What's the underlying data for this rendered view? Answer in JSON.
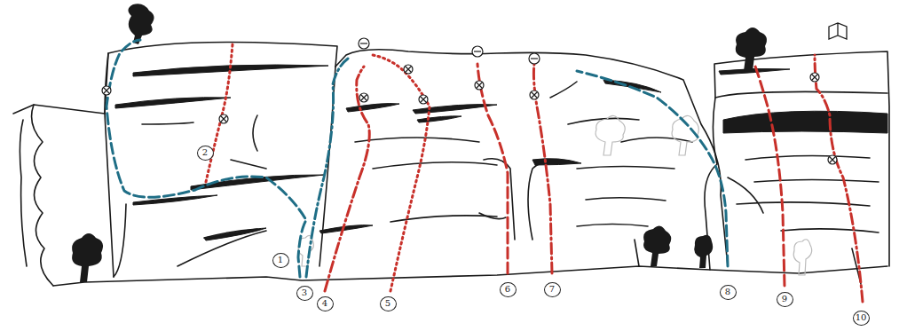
{
  "diagram": {
    "nodes": [
      {
        "text": [
          "1"
        ]
      },
      {
        "text": [
          "2"
        ]
      },
      {
        "text": [
          "3"
        ]
      },
      {
        "text": [
          "4"
        ]
      },
      {
        "text": [
          "5"
        ]
      },
      {
        "text": [
          "6"
        ]
      },
      {
        "text": [
          "7"
        ]
      },
      {
        "text": [
          "8"
        ]
      },
      {
        "text": [
          "9"
        ]
      },
      {
        "text": [
          "10"
        ]
      }
    ]
  }
}
